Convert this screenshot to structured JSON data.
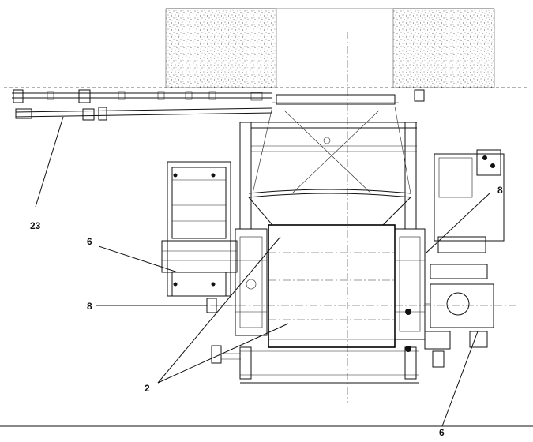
{
  "labels": {
    "l23": "23",
    "l6_left": "6",
    "l8_left": "8",
    "l2": "2",
    "l8_right": "8",
    "l6_bottom": "6"
  }
}
